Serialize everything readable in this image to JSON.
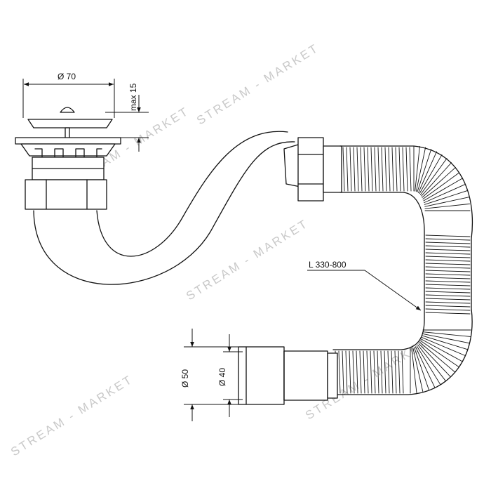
{
  "labels": {
    "outlet_diameter": "Ø 70",
    "max_height": "max 15",
    "hose_length": "L 330-800",
    "outer_diameter": "Ø 50",
    "inner_diameter": "Ø 40"
  },
  "watermark": {
    "text": "STREAM - MARKET"
  },
  "colors": {
    "line": "#111111",
    "watermark": "#c9c9c9",
    "background": "#ffffff"
  }
}
